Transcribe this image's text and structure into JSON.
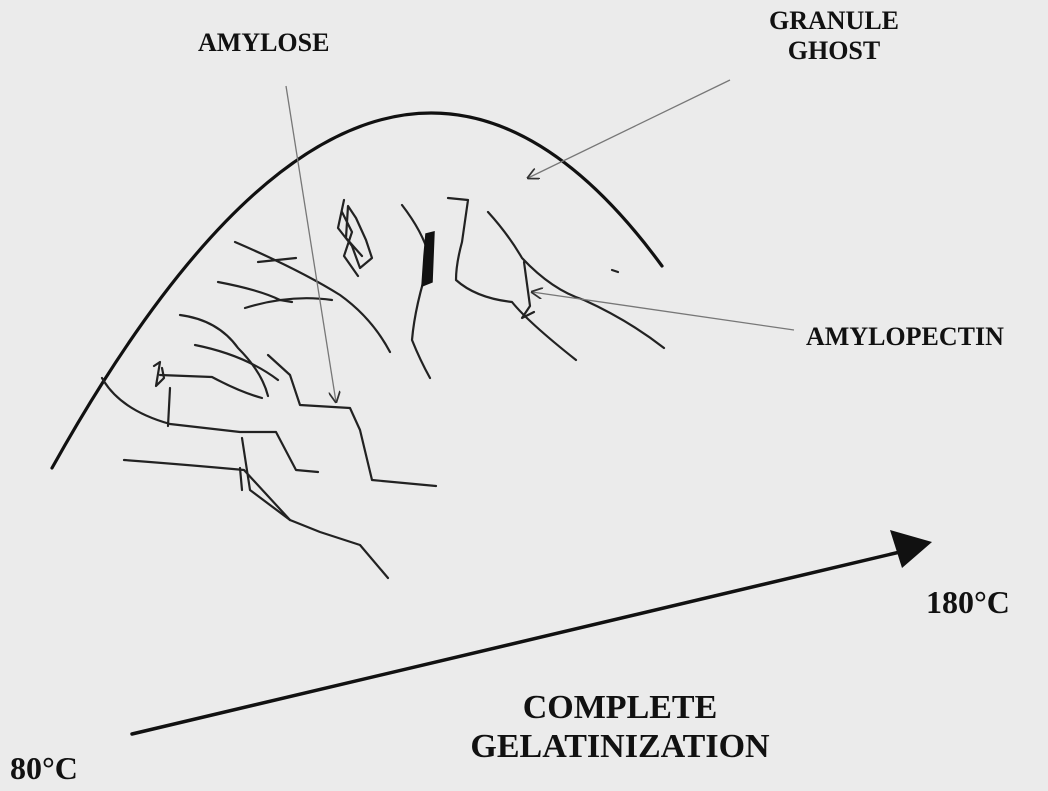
{
  "labels": {
    "amylose": "AMYLOSE",
    "granule_ghost": [
      "GRANULE",
      "GHOST"
    ],
    "amylopectin": "AMYLOPECTIN",
    "temp_high": "180°C",
    "temp_low": "80°C",
    "complete_gelatinization": [
      "COMPLETE",
      "GELATINIZATION"
    ]
  },
  "colors": {
    "background": "#ebebeb",
    "ink": "#111111",
    "pointer": "#777777"
  }
}
